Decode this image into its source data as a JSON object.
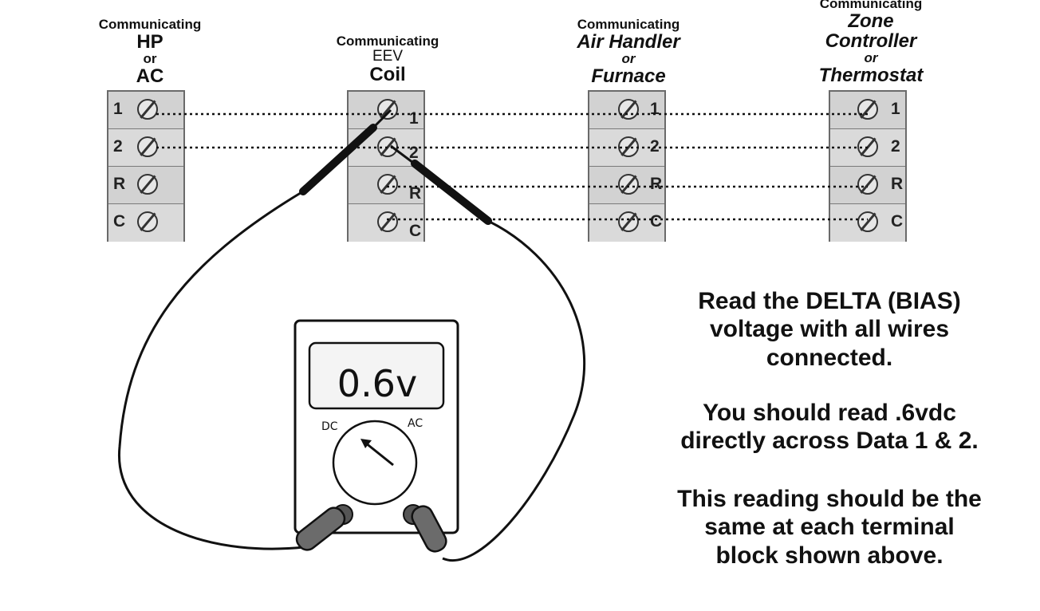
{
  "blocks": [
    {
      "lines": [
        "Communicating",
        "HP",
        "or",
        "AC"
      ],
      "terminals": [
        "1",
        "2",
        "R",
        "C"
      ]
    },
    {
      "lines": [
        "Communicating",
        "EEV",
        "Coil"
      ],
      "terminals": [
        "1",
        "2",
        "R",
        "C"
      ]
    },
    {
      "lines": [
        "Communicating",
        "Air Handler",
        "or",
        "Furnace"
      ],
      "terminals": [
        "1",
        "2",
        "R",
        "C"
      ]
    },
    {
      "lines": [
        "Communicating",
        "Zone",
        "Controller",
        "or",
        "Thermostat"
      ],
      "terminals": [
        "1",
        "2",
        "R",
        "C"
      ]
    }
  ],
  "meter": {
    "reading": "0.6v",
    "dc_label": "DC",
    "ac_label": "AC"
  },
  "instructions": {
    "p1": [
      "Read the DELTA (BIAS)",
      "voltage with all wires",
      "connected."
    ],
    "p2": [
      "You should read .6vdc",
      "directly across Data 1 & 2."
    ],
    "p3": [
      "This reading should be the",
      "same at each terminal",
      "block shown above."
    ]
  }
}
